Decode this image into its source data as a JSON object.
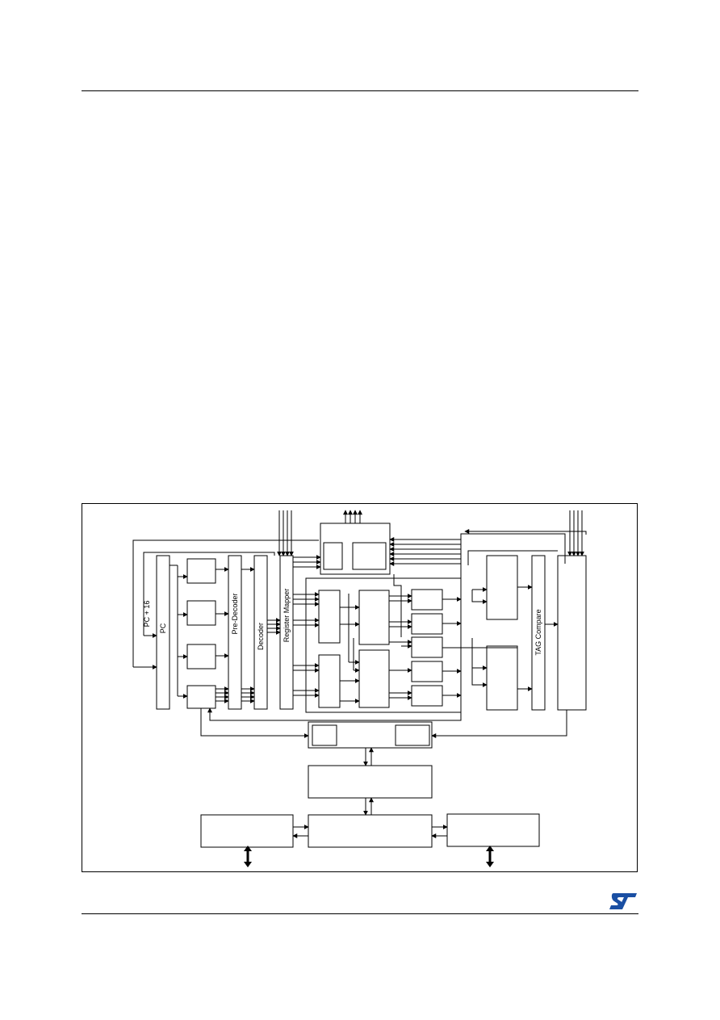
{
  "diagram": {
    "labels": {
      "pc_plus_16": "PC + 16",
      "pc": "PC",
      "pre_decoder": "Pre-Decoder",
      "decoder": "Decoder",
      "register_mapper": "Register Mapper",
      "tag_compare": "TAG Compare"
    }
  },
  "footer": {
    "logo_text": "ST",
    "brand_color": "#1a4fa3"
  }
}
